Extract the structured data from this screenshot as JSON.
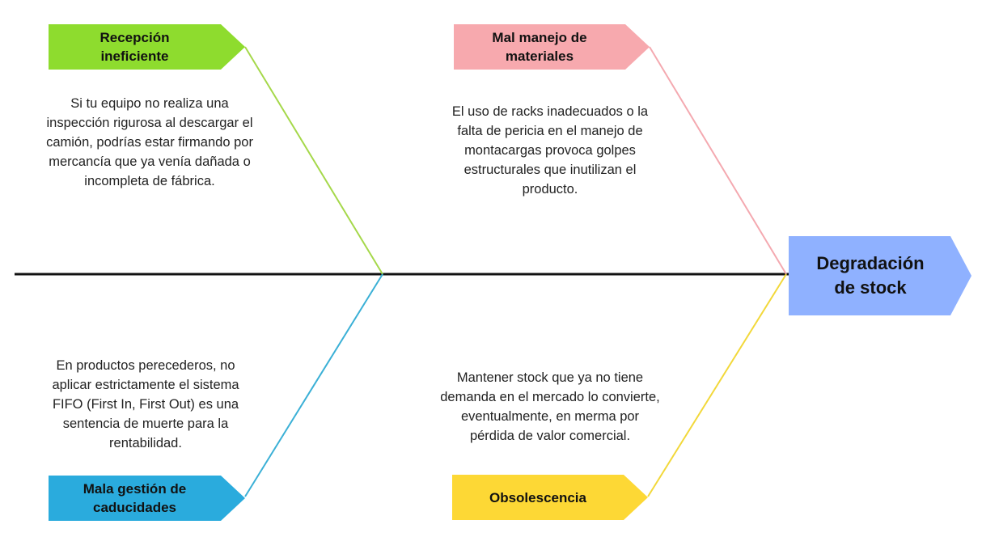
{
  "diagram": {
    "head": {
      "label_line1": "Degradación",
      "label_line2": "de stock",
      "color": "#8FB1FF"
    },
    "spine_color": "#111111",
    "causes": [
      {
        "label_line1": "Recepción",
        "label_line2": "ineficiente",
        "color": "#8EDC2E",
        "bone_color": "#A5D84A",
        "description": [
          "Si tu equipo no realiza una",
          "inspección rigurosa al descargar el",
          "camión, podrías estar firmando por",
          "mercancía que ya venía dañada o",
          "incompleta de fábrica."
        ]
      },
      {
        "label_line1": "Mal manejo de",
        "label_line2": "materiales",
        "color": "#F7A9AE",
        "bone_color": "#F4A9B0",
        "description": [
          "El uso de racks inadecuados o la",
          "falta de pericia en el manejo de",
          "montacargas provoca golpes",
          "estructurales que inutilizan el",
          "producto."
        ]
      },
      {
        "label_line1": "Mala gestión de",
        "label_line2": "caducidades",
        "color": "#2AABDD",
        "bone_color": "#3BB0D6",
        "description": [
          "En productos perecederos, no",
          "aplicar estrictamente el sistema",
          "FIFO (First In, First Out) es una",
          "sentencia de muerte para la",
          "rentabilidad."
        ]
      },
      {
        "label_line1": "Obsolescencia",
        "label_line2": "",
        "color": "#FDD835",
        "bone_color": "#F2D83A",
        "description": [
          "Mantener stock que ya no tiene",
          "demanda en el mercado lo convierte,",
          "eventualmente, en merma por",
          "pérdida de valor comercial."
        ]
      }
    ]
  }
}
